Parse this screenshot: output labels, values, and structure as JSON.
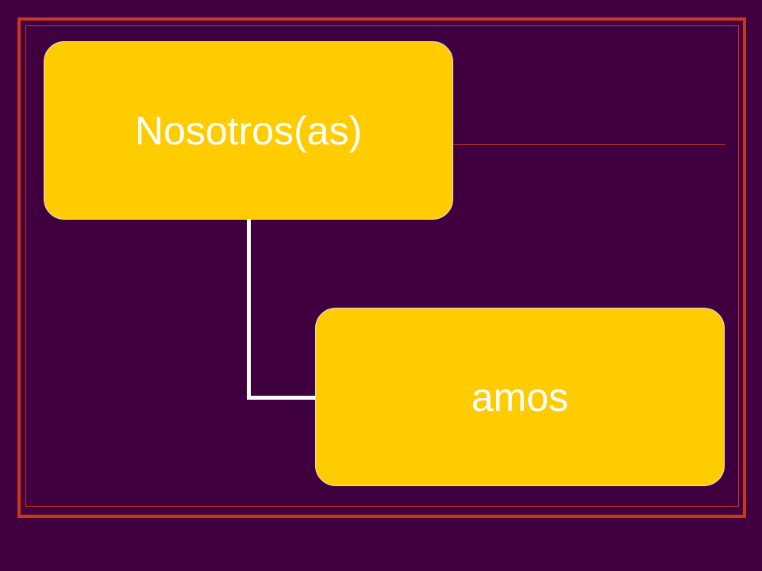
{
  "colors": {
    "background": "#400040",
    "frame": "#c8381c",
    "node_fill": "#ffcc00",
    "node_text": "#ffffff",
    "connector": "#ffffff"
  },
  "diagram": {
    "nodes": [
      {
        "label": "Nosotros(as)"
      },
      {
        "label": "amos"
      }
    ],
    "edges": [
      {
        "from": "Nosotros(as)",
        "to": "amos"
      }
    ]
  }
}
